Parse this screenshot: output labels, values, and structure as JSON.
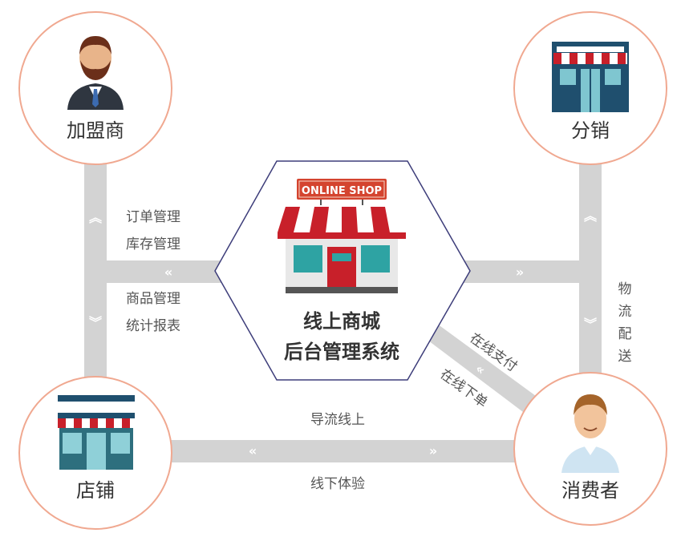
{
  "nodes": {
    "franchisee": "加盟商",
    "distribution": "分销",
    "store": "店铺",
    "consumer": "消费者"
  },
  "center": {
    "line1": "线上商城",
    "line2": "后台管理系统",
    "shop_sign": "ONLINE SHOP"
  },
  "edges": {
    "left_top_1": "订单管理",
    "left_top_2": "库存管理",
    "left_bottom_1": "商品管理",
    "left_bottom_2": "统计报表",
    "right_vertical": [
      "物",
      "流",
      "配",
      "送"
    ],
    "diagonal_upper": "在线支付",
    "diagonal_lower": "在线下单",
    "bottom_upper": "导流线上",
    "bottom_lower": "线下体验"
  },
  "colors": {
    "circle_border": "#f0a890",
    "road": "#d3d3d3",
    "hexagon_border": "#3d3d7a",
    "awning_red": "#c8202a"
  },
  "icons": [
    "businessman-icon",
    "storefront-icon",
    "shop-icon",
    "consumer-icon",
    "online-shop-icon"
  ]
}
